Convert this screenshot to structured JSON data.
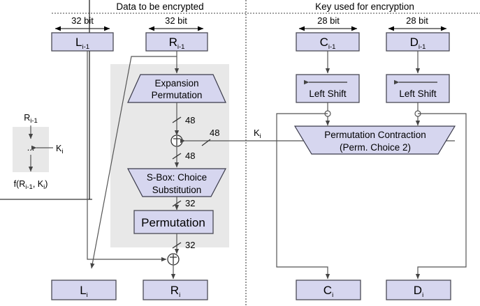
{
  "diagram": {
    "title_left": "Data to be encrypted",
    "title_right": "Key used for encryption",
    "colors": {
      "shape_fill": "#d6d6ef",
      "panel_fill": "#e8e8e8",
      "wire": "#555555",
      "border": "#4a4a55"
    }
  },
  "dimensions": {
    "left_half_left": "32 bit",
    "left_half_right": "32 bit",
    "right_half_left": "28 bit",
    "right_half_right": "28 bit"
  },
  "inputs": {
    "l_prev_base": "L",
    "l_prev_sub": "i-1",
    "r_prev_base": "R",
    "r_prev_sub": "i-1",
    "c_prev_base": "C",
    "c_prev_sub": "i-1",
    "d_prev_base": "D",
    "d_prev_sub": "i-1"
  },
  "outputs": {
    "l_next_base": "L",
    "l_next_sub": "i",
    "r_next_base": "R",
    "r_next_sub": "i",
    "c_next_base": "C",
    "c_next_sub": "i",
    "d_next_base": "D",
    "d_next_sub": "i"
  },
  "blocks": {
    "expansion_line1": "Expansion",
    "expansion_line2": "Permutation",
    "sbox_line1": "S-Box: Choice",
    "sbox_line2": "Substitution",
    "permutation": "Permutation",
    "left_shift_c": "Left Shift",
    "left_shift_d": "Left Shift",
    "perm_contraction_line1": "Permutation Contraction",
    "perm_contraction_line2": "(Perm. Choice 2)"
  },
  "wire_labels": {
    "after_expansion": "48",
    "subkey_into_xor": "48",
    "after_xor": "48",
    "after_sbox": "32",
    "after_permutation": "32",
    "subkey_base": "K",
    "subkey_sub": "i"
  },
  "inset": {
    "top_base": "R",
    "top_sub": "i-1",
    "ellipsis": "...",
    "key_base": "K",
    "key_sub": "i",
    "bottom": "f(R",
    "bottom_sub1": "i-1",
    "bottom_mid": ", K",
    "bottom_sub2": "i",
    "bottom_end": ")"
  }
}
